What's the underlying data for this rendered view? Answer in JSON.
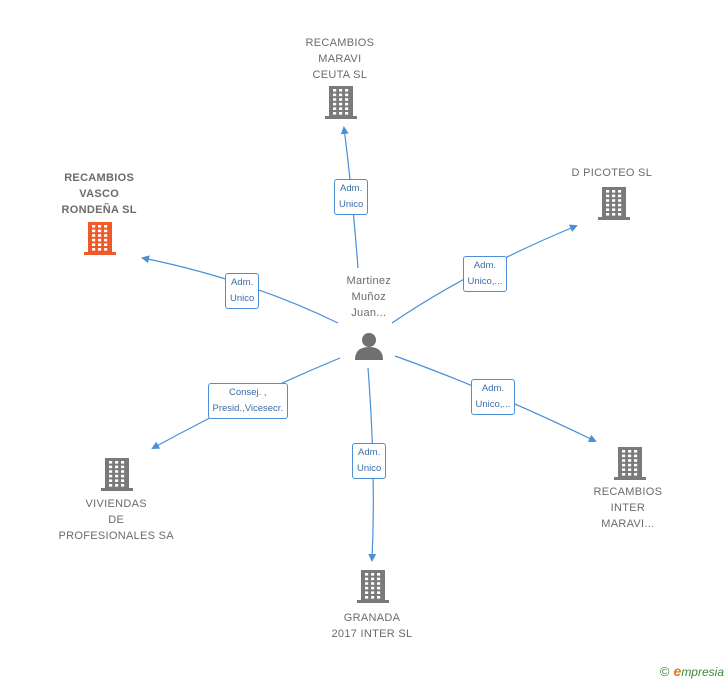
{
  "center": {
    "name_lines": [
      "Martinez",
      "Muñoz",
      "Juan..."
    ],
    "icon": "person-icon"
  },
  "companies": [
    {
      "id": "recambios-maravi-ceuta",
      "name_lines": [
        "RECAMBIOS",
        "MARAVI",
        "CEUTA  SL"
      ],
      "highlight": false,
      "role_lines": [
        "Adm.",
        "Unico"
      ]
    },
    {
      "id": "d-picoteo",
      "name_lines": [
        "D PICOTEO  SL"
      ],
      "highlight": false,
      "role_lines": [
        "Adm.",
        "Unico,..."
      ]
    },
    {
      "id": "recambios-inter-maravi",
      "name_lines": [
        "RECAMBIOS",
        "INTER",
        "MARAVI..."
      ],
      "highlight": false,
      "role_lines": [
        "Adm.",
        "Unico,..."
      ]
    },
    {
      "id": "granada-2017-inter",
      "name_lines": [
        "GRANADA",
        "2017 INTER  SL"
      ],
      "highlight": false,
      "role_lines": [
        "Adm.",
        "Unico"
      ]
    },
    {
      "id": "viviendas-de-profesionales",
      "name_lines": [
        "VIVIENDAS",
        "DE",
        "PROFESIONALES SA"
      ],
      "highlight": false,
      "role_lines": [
        "Consej. ,",
        "Presid.,Vicesecr."
      ]
    },
    {
      "id": "recambios-vasco-rondena",
      "name_lines": [
        "RECAMBIOS",
        "VASCO",
        "RONDEÑA  SL"
      ],
      "highlight": true,
      "role_lines": [
        "Adm.",
        "Unico"
      ]
    }
  ],
  "colors": {
    "edge": "#4a8fd8",
    "building": "#7a7a7a",
    "building_highlight": "#f05a28",
    "person": "#707070"
  },
  "footer": {
    "copyright_symbol": "©",
    "brand_initial": "e",
    "brand_rest": "mpresia"
  }
}
